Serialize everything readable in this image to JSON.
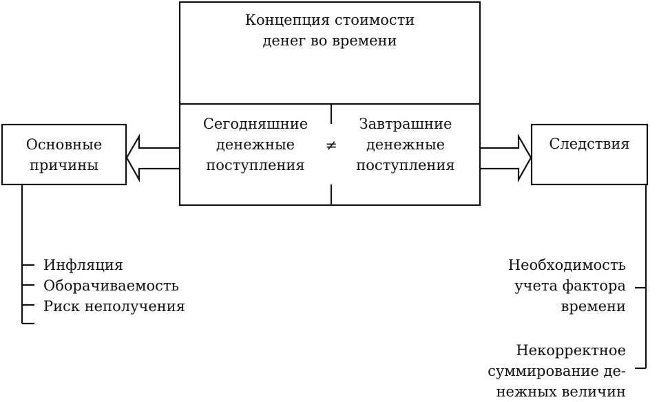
{
  "concept": {
    "line1": "Концепция стоимости",
    "line2": "денег во времени"
  },
  "today": {
    "line1": "Сегодняшние",
    "line2": "денежные",
    "line3": "поступления"
  },
  "not_equal": "≠",
  "tomorrow": {
    "line1": "Завтрашние",
    "line2": "денежные",
    "line3": "поступления"
  },
  "causes": {
    "line1": "Основные",
    "line2": "причины",
    "items": [
      "Инфляция",
      "Оборачиваемость",
      "Риск неполучения"
    ]
  },
  "consequences": {
    "title": "Следствия",
    "item1": {
      "line1": "Необходимость",
      "line2": "учета фактора",
      "line3": "времени"
    },
    "item2": {
      "line1": "Некорректное",
      "line2": "суммирование де-",
      "line3": "нежных величин"
    }
  }
}
